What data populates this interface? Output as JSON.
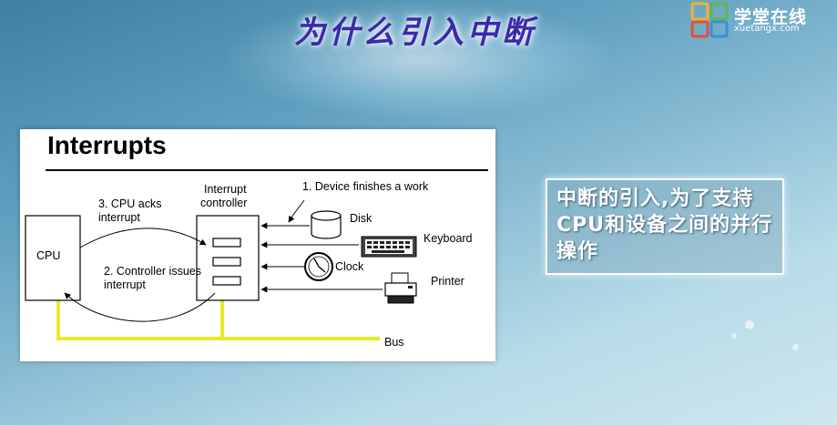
{
  "header": {
    "title": "为什么引入中断"
  },
  "logo": {
    "name": "学堂在线",
    "url_text": "xuetangx.com"
  },
  "slide": {
    "title": "Interrupts",
    "labels": {
      "cpu": "CPU",
      "controller_line1": "Interrupt",
      "controller_line2": "controller",
      "step1": "1. Device finishes a work",
      "step2_line1": "2. Controller issues",
      "step2_line2": "interrupt",
      "step3_line1": "3. CPU acks",
      "step3_line2": "interrupt",
      "disk": "Disk",
      "keyboard": "Keyboard",
      "clock": "Clock",
      "printer": "Printer",
      "bus": "Bus"
    }
  },
  "note": {
    "text": "中断的引入,为了支持CPU和设备之间的并行操作"
  },
  "colors": {
    "bus": "#e6ea2a",
    "title": "#3b2aa8"
  }
}
